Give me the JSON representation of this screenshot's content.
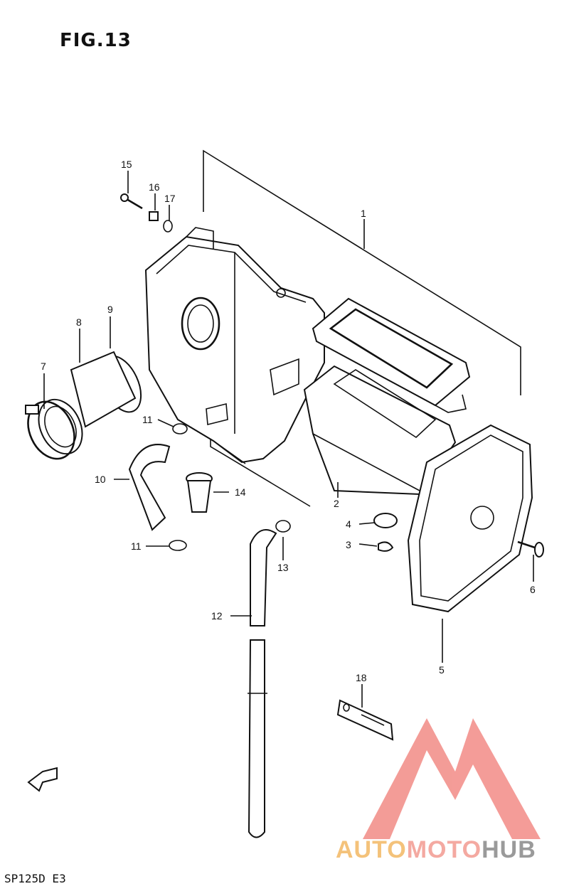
{
  "figure_title": "FIG.13",
  "model_code": "SP125D E3",
  "watermark": {
    "part1": "AUTO",
    "part2": "MOTO",
    "part3": "HUB"
  },
  "parts": [
    {
      "id": "part-1",
      "label": "1"
    },
    {
      "id": "part-2",
      "label": "2"
    },
    {
      "id": "part-3",
      "label": "3"
    },
    {
      "id": "part-4",
      "label": "4"
    },
    {
      "id": "part-5",
      "label": "5"
    },
    {
      "id": "part-6",
      "label": "6"
    },
    {
      "id": "part-7",
      "label": "7"
    },
    {
      "id": "part-8",
      "label": "8"
    },
    {
      "id": "part-9",
      "label": "9"
    },
    {
      "id": "part-10",
      "label": "10"
    },
    {
      "id": "part-11a",
      "label": "11"
    },
    {
      "id": "part-11b",
      "label": "11"
    },
    {
      "id": "part-12",
      "label": "12"
    },
    {
      "id": "part-13",
      "label": "13"
    },
    {
      "id": "part-14",
      "label": "14"
    },
    {
      "id": "part-15",
      "label": "15"
    },
    {
      "id": "part-16",
      "label": "16"
    },
    {
      "id": "part-17",
      "label": "17"
    },
    {
      "id": "part-18",
      "label": "18"
    }
  ],
  "colors": {
    "ink": "#111111",
    "logo_red": "#f28b86",
    "logo_orange": "#f4c27a",
    "logo_gray": "#9a9a9a"
  }
}
